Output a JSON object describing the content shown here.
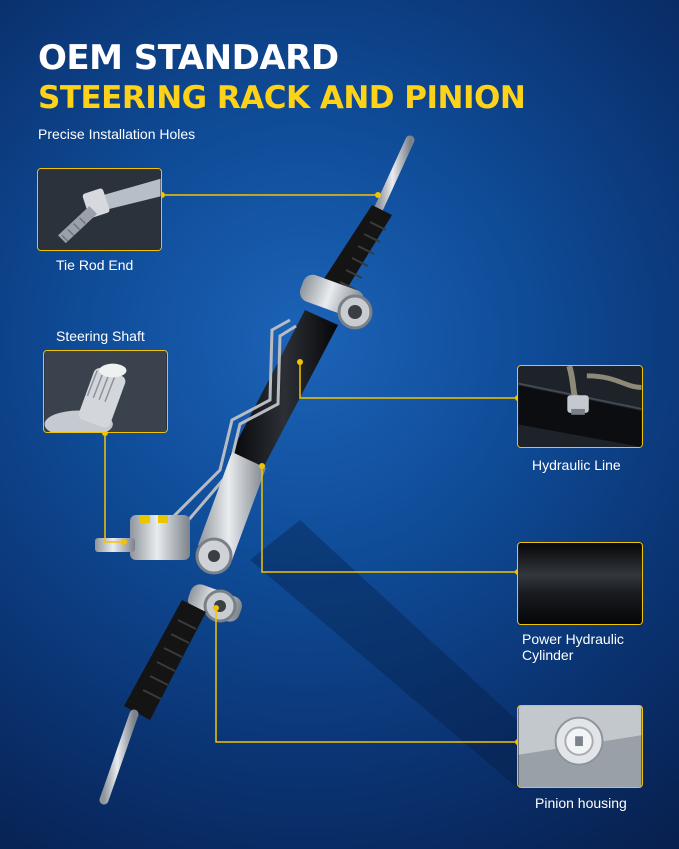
{
  "header": {
    "title_line1": "OEM STANDARD",
    "title_line2": "STEERING RACK AND PINION",
    "subtitle": "Precise Installation Holes"
  },
  "callouts": {
    "tie_rod_end": "Tie Rod End",
    "steering_shaft": "Steering Shaft",
    "hydraulic_line": "Hydraulic Line",
    "power_cylinder_line1": "Power Hydraulic",
    "power_cylinder_line2": "Cylinder",
    "pinion_housing": "Pinion housing"
  },
  "colors": {
    "background": "#0f4c98",
    "accent": "#ffd21a",
    "callout_line": "#f2c300",
    "text": "#ffffff"
  }
}
